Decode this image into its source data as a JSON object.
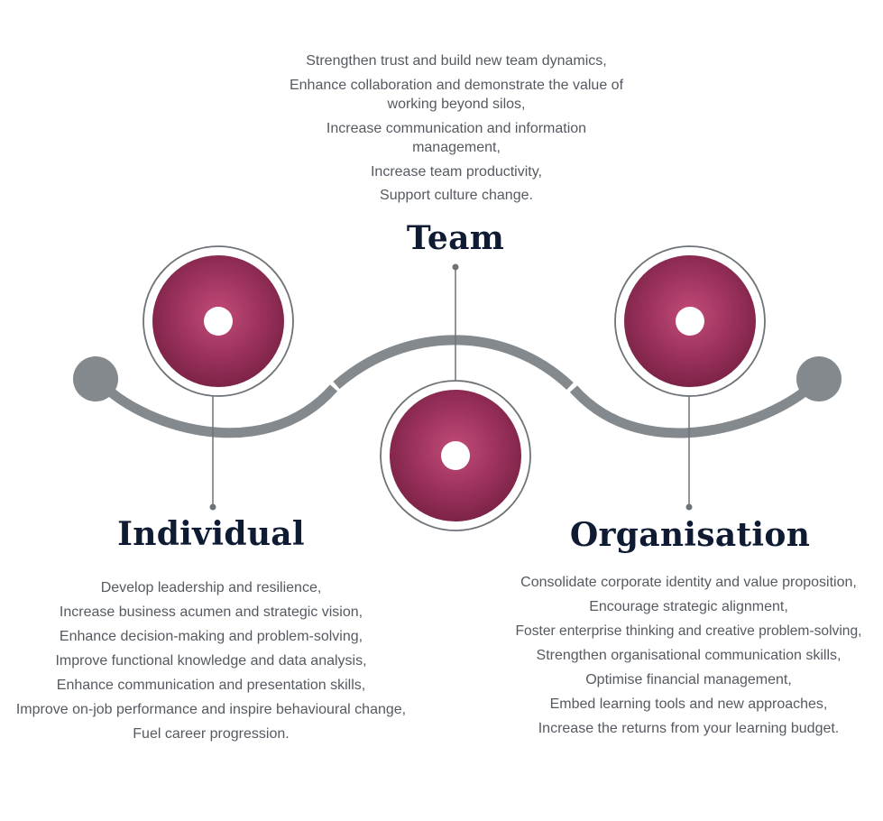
{
  "colors": {
    "accent": "#8e2a52",
    "accent_light": "#b8466f",
    "curve": "#84898e",
    "ring": "#6e7378",
    "heading": "#0f1b33",
    "text": "#555a61"
  },
  "team": {
    "title": "Team",
    "items": [
      "Strengthen trust and build new team dynamics,",
      "Enhance collaboration and demonstrate the value of working beyond silos,",
      "Increase communication and information management,",
      "Increase team productivity,",
      "Support culture change."
    ]
  },
  "individual": {
    "title": "Individual",
    "items": [
      "Develop leadership and resilience,",
      "Increase business acumen and strategic vision,",
      "Enhance decision-making and problem-solving,",
      "Improve functional knowledge and data analysis,",
      "Enhance communication and presentation skills,",
      "Improve on-job performance and inspire behavioural change,",
      "Fuel career progression."
    ]
  },
  "organisation": {
    "title": "Organisation",
    "items": [
      "Consolidate corporate identity and value proposition,",
      "Encourage strategic alignment,",
      "Foster enterprise thinking and creative problem-solving,",
      "Strengthen organisational communication skills,",
      "Optimise financial management,",
      "Embed learning tools and new approaches,",
      "Increase the returns from your learning budget."
    ]
  }
}
